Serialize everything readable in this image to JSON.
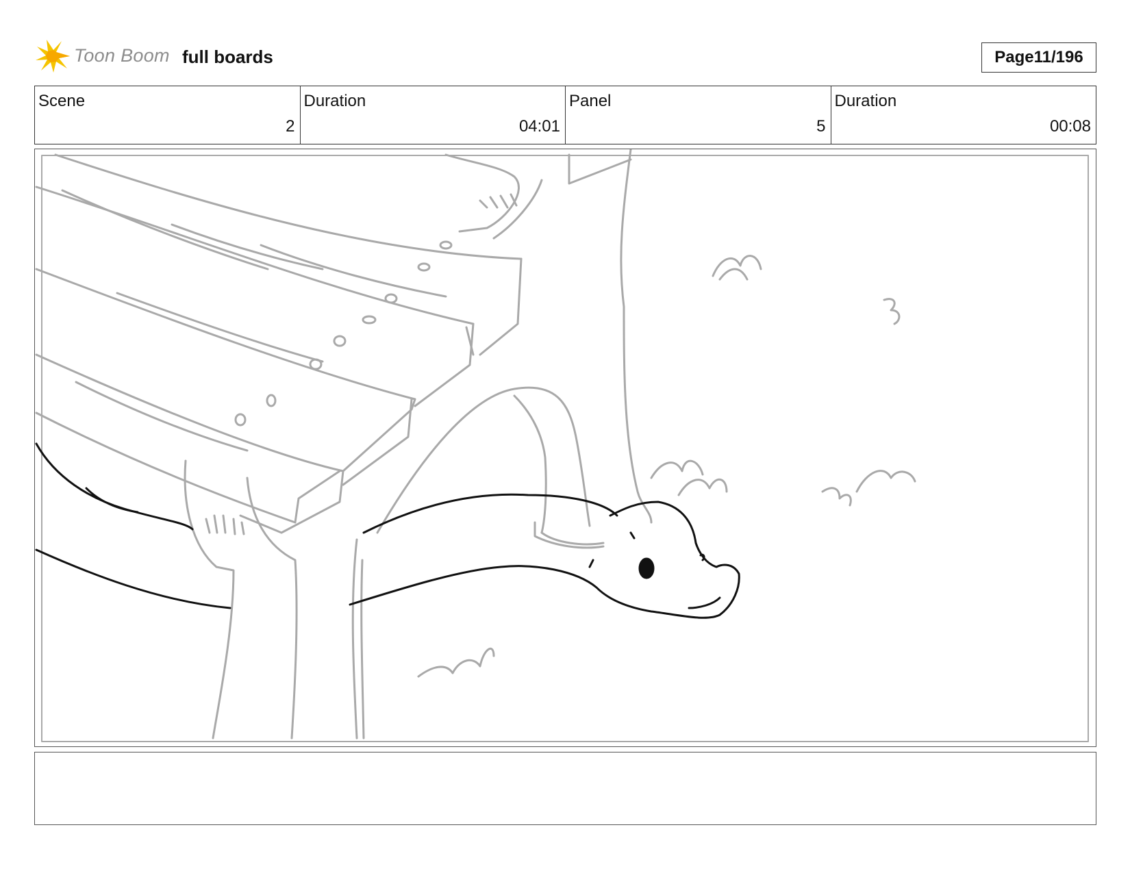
{
  "header": {
    "logo_text": "Toon Boom",
    "title": "full boards",
    "page_label": "Page",
    "page_value": "11/196"
  },
  "info": {
    "scene_label": "Scene",
    "scene_value": "2",
    "scene_duration_label": "Duration",
    "scene_duration_value": "04:01",
    "panel_label": "Panel",
    "panel_value": "5",
    "panel_duration_label": "Duration",
    "panel_duration_value": "00:08"
  },
  "colors": {
    "sketch_gray": "#a9a9a9",
    "ink": "#111111",
    "logo_yellow": "#f5c400"
  },
  "notes": ""
}
